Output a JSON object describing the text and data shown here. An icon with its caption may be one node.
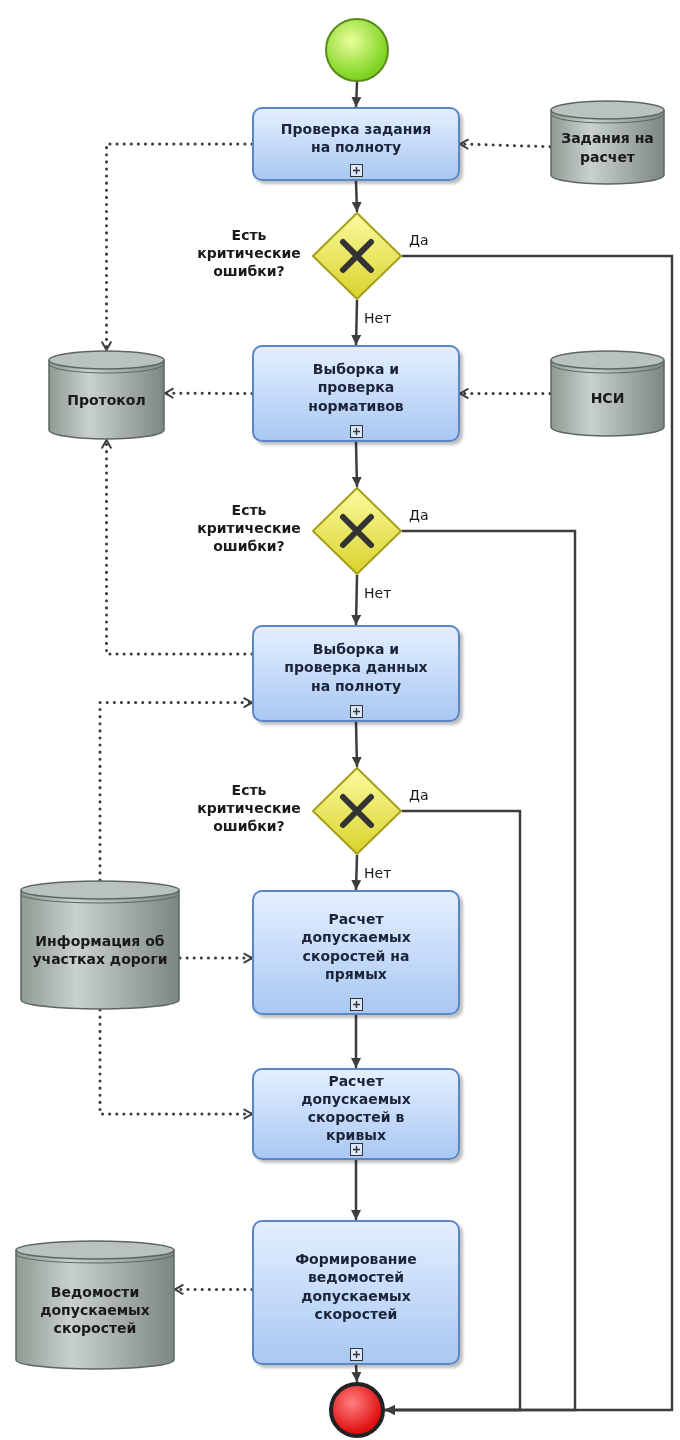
{
  "diagram": {
    "nodes": [
      {
        "text": [],
        "shape": "circle"
      },
      {
        "text": [
          "Проверка задания на полноту"
        ]
      },
      {
        "text": [
          "Задания на расчет"
        ]
      },
      {
        "text": [],
        "shape": "diamond",
        "beside": [
          "Есть критические ошибки?"
        ]
      },
      {
        "text": [
          "Протокол"
        ]
      },
      {
        "text": [
          "Выборка и проверка нормативов"
        ]
      },
      {
        "text": [
          "НСИ"
        ]
      },
      {
        "text": [],
        "shape": "diamond",
        "beside": [
          "Есть критические ошибки?"
        ]
      },
      {
        "text": [
          "Выборка и проверка данных на полноту"
        ]
      },
      {
        "text": [],
        "shape": "diamond",
        "beside": [
          "Есть критические ошибки?"
        ]
      },
      {
        "text": [
          "Информация об участках дороги"
        ]
      },
      {
        "text": [
          "Расчет допускаемых скоростей на прямых"
        ]
      },
      {
        "text": [
          "Расчет допускаемых скоростей в кривых"
        ]
      },
      {
        "text": [
          "Ведомости допускаемых скоростей"
        ]
      },
      {
        "text": [
          "Формирование ведомостей допускаемых скоростей"
        ]
      },
      {
        "text": [],
        "shape": "circle"
      }
    ],
    "edges": [
      {
        "from": 0,
        "to": 1,
        "arrow": "to"
      },
      {
        "from": 2,
        "to": 1,
        "arrow": "to",
        "style": "dashed"
      },
      {
        "from": 1,
        "to": 4,
        "arrow": "to",
        "style": "dashed"
      },
      {
        "from": 1,
        "to": 3,
        "arrow": "to"
      },
      {
        "from": 3,
        "to": 15,
        "arrow": "to",
        "label": "Да"
      },
      {
        "from": 3,
        "to": 5,
        "arrow": "to",
        "label": "Нет"
      },
      {
        "from": 6,
        "to": 5,
        "arrow": "to",
        "style": "dashed"
      },
      {
        "from": 5,
        "to": 4,
        "arrow": "to",
        "style": "dashed"
      },
      {
        "from": 5,
        "to": 7,
        "arrow": "to"
      },
      {
        "from": 7,
        "to": 15,
        "arrow": "to",
        "label": "Да"
      },
      {
        "from": 7,
        "to": 8,
        "arrow": "to",
        "label": "Нет"
      },
      {
        "from": 8,
        "to": 4,
        "arrow": "to",
        "style": "dashed"
      },
      {
        "from": 10,
        "to": 8,
        "arrow": "to",
        "style": "dashed"
      },
      {
        "from": 8,
        "to": 9,
        "arrow": "to"
      },
      {
        "from": 9,
        "to": 15,
        "arrow": "to",
        "label": "Да"
      },
      {
        "from": 9,
        "to": 11,
        "arrow": "to",
        "label": "Нет"
      },
      {
        "from": 10,
        "to": 11,
        "arrow": "to",
        "style": "dashed"
      },
      {
        "from": 10,
        "to": 12,
        "arrow": "to",
        "style": "dashed"
      },
      {
        "from": 11,
        "to": 12,
        "arrow": "to"
      },
      {
        "from": 12,
        "to": 14,
        "arrow": "to"
      },
      {
        "from": 14,
        "to": 13,
        "arrow": "to",
        "style": "dashed"
      },
      {
        "from": 14,
        "to": 15,
        "arrow": "to"
      }
    ]
  }
}
